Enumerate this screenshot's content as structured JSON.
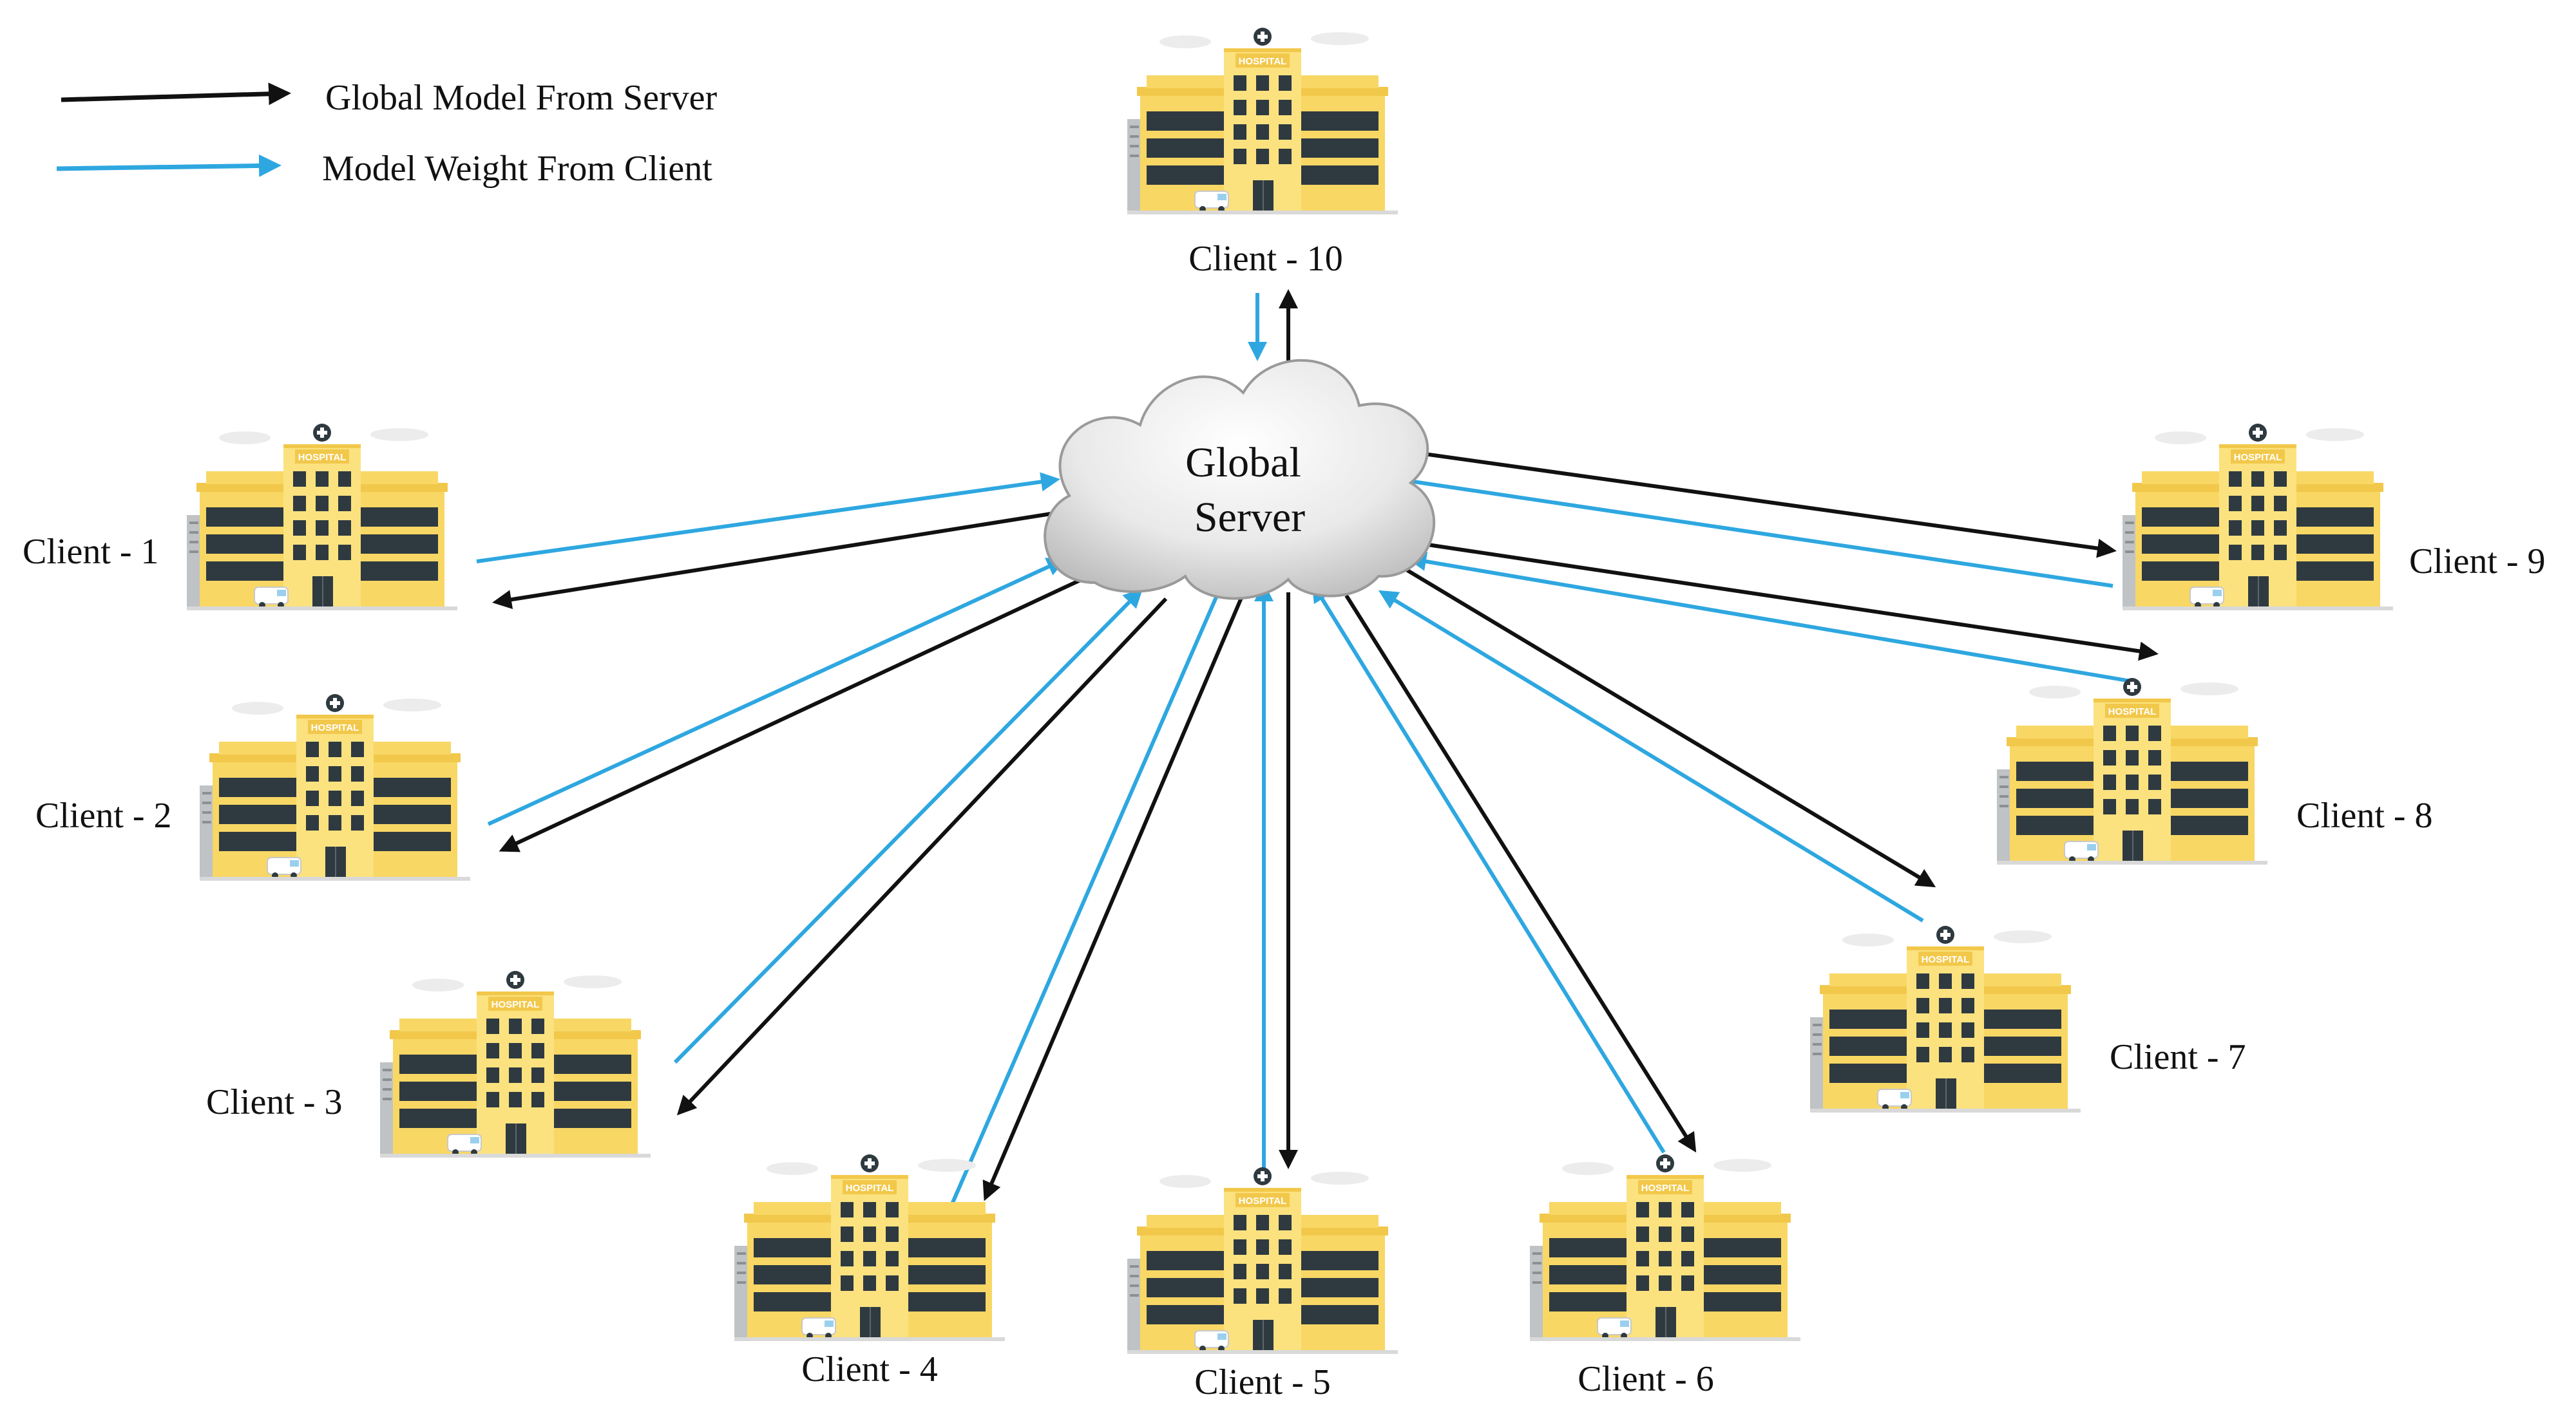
{
  "legend": [
    {
      "label": "Global Model From Server",
      "color": "#111111",
      "kind": "global-model"
    },
    {
      "label": "Model Weight From Client",
      "color": "#2ea7e0",
      "kind": "model-weight"
    }
  ],
  "server": {
    "line1": "Global",
    "line2": "Server"
  },
  "building_sign": "HOSPITAL",
  "clients": [
    {
      "id": 1,
      "label": "Client - 1"
    },
    {
      "id": 2,
      "label": "Client - 2"
    },
    {
      "id": 3,
      "label": "Client - 3"
    },
    {
      "id": 4,
      "label": "Client - 4"
    },
    {
      "id": 5,
      "label": "Client - 5"
    },
    {
      "id": 6,
      "label": "Client - 6"
    },
    {
      "id": 7,
      "label": "Client - 7"
    },
    {
      "id": 8,
      "label": "Client - 8"
    },
    {
      "id": 9,
      "label": "Client - 9"
    },
    {
      "id": 10,
      "label": "Client - 10"
    }
  ],
  "colors": {
    "global_arrow": "#111111",
    "client_arrow": "#2ea7e0",
    "building_yellow": "#f8d765",
    "building_dark": "#2f3a40",
    "cloud": "#e6e6e6"
  }
}
